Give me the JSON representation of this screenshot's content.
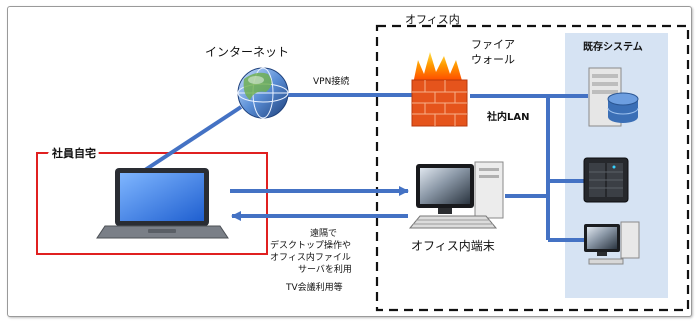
{
  "labels": {
    "internet": "インターネット",
    "vpn": "VPN接続",
    "office_zone": "オフィス内",
    "firewall_line1": "ファイア",
    "firewall_line2": "ウォール",
    "existing_system": "既存システム",
    "lan": "社内LAN",
    "home_zone": "社員自宅",
    "office_terminal": "オフィス内端末",
    "remote_desc": [
      "遠隔で",
      "デスクトップ操作や",
      "オフィス内ファイル",
      "サーバを利用"
    ],
    "tv_conf": "TV会議利用等"
  },
  "colors": {
    "connector": "#4472c4",
    "existing_panel": "#d6e3f3",
    "home_border": "#e02020",
    "office_border": "#111111"
  }
}
